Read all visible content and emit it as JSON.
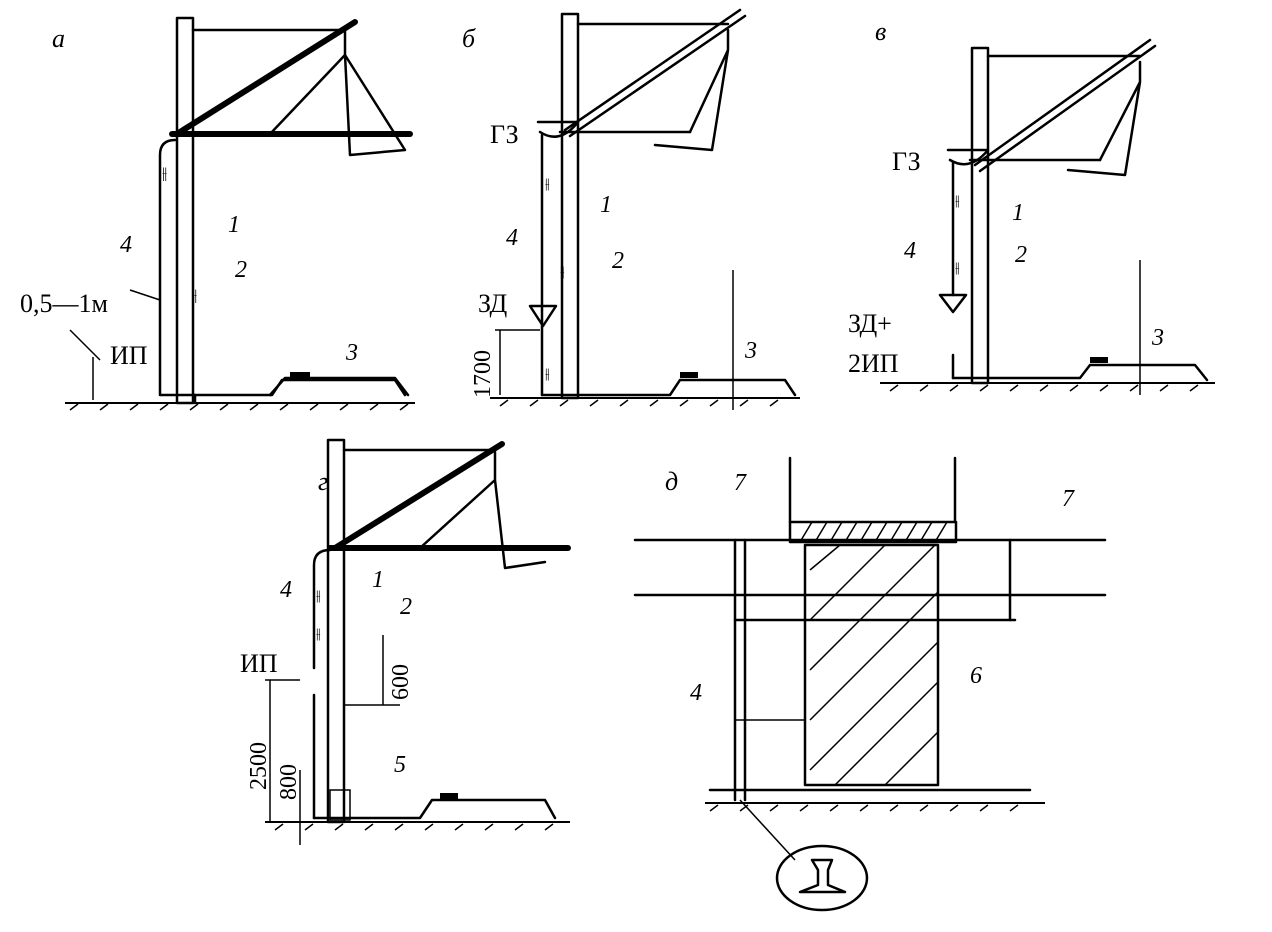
{
  "panels": {
    "a": {
      "letter": "а",
      "num1": "1",
      "num2": "2",
      "num3": "3",
      "num4": "4",
      "dist": "0,5—1м",
      "ip": "ИП"
    },
    "b": {
      "letter": "б",
      "num1": "1",
      "num2": "2",
      "num3": "3",
      "num4": "4",
      "gz": "ГЗ",
      "zd": "ЗД",
      "h": "1700"
    },
    "v": {
      "letter": "в",
      "num1": "1",
      "num2": "2",
      "num3": "3",
      "num4": "4",
      "gz": "ГЗ",
      "zd": "ЗД+",
      "ip": "2ИП"
    },
    "g": {
      "letter": "г",
      "num1": "1",
      "num2": "2",
      "num4": "4",
      "num5": "5",
      "ip": "ИП",
      "d600": "600",
      "d2500": "2500",
      "d800": "800"
    },
    "d": {
      "letter": "д",
      "num4": "4",
      "num6": "6",
      "num7a": "7",
      "num7b": "7"
    }
  }
}
